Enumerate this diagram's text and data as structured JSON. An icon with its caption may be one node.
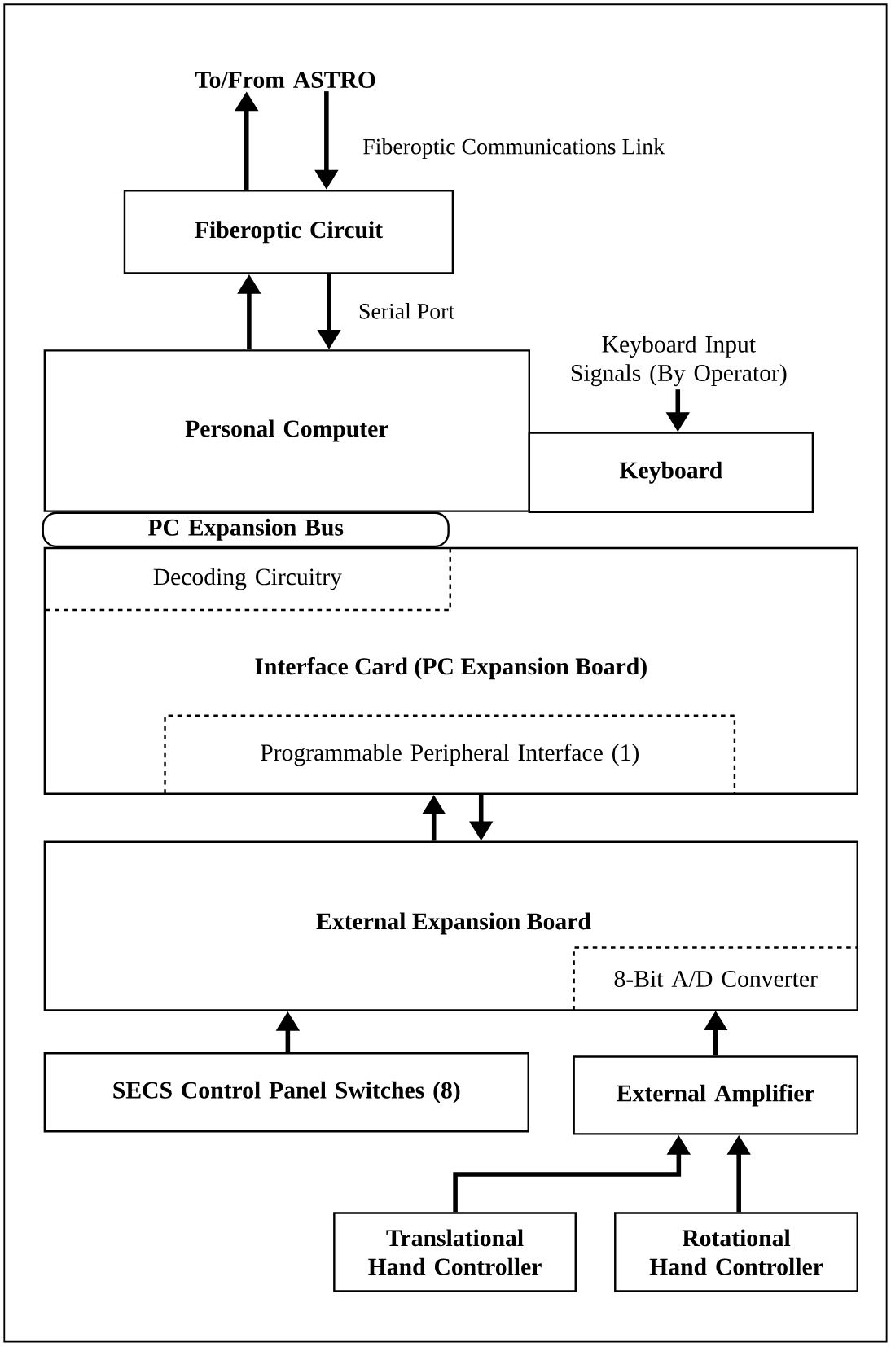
{
  "diagram": {
    "nodes": [
      {
        "text": [
          "To/From ASTRO"
        ]
      },
      {
        "text": [
          "Fiberoptic Circuit"
        ]
      },
      {
        "text": [
          "Personal Computer"
        ]
      },
      {
        "text": [
          "Keyboard Input Signals (By Operator)"
        ]
      },
      {
        "text": [
          "Keyboard"
        ]
      },
      {
        "text": [
          "PC Expansion Bus"
        ]
      },
      {
        "text": [
          "Interface Card (PC Expansion Board)"
        ]
      },
      {
        "text": [
          "Decoding Circuitry"
        ],
        "in": 6
      },
      {
        "text": [
          "Programmable Peripheral Interface (1)"
        ],
        "in": 6
      },
      {
        "text": [
          "External Expansion Board"
        ]
      },
      {
        "text": [
          "8-Bit A/D Converter"
        ],
        "in": 9
      },
      {
        "text": [
          "SECS Control Panel Switches (8)"
        ]
      },
      {
        "text": [
          "External Amplifier"
        ]
      },
      {
        "text": [
          "Translational Hand Controller"
        ]
      },
      {
        "text": [
          "Rotational Hand Controller"
        ]
      }
    ],
    "edges": [
      {
        "from": 1,
        "to": 0,
        "arrow": "to"
      },
      {
        "from": 0,
        "to": 1,
        "arrow": "to",
        "label": "Fiberoptic Communications Link"
      },
      {
        "from": 2,
        "to": 1,
        "arrow": "to"
      },
      {
        "from": 1,
        "to": 2,
        "arrow": "to",
        "label": "Serial Port"
      },
      {
        "from": 3,
        "to": 4,
        "arrow": "to"
      },
      {
        "from": 6,
        "to": 9,
        "arrow": "to"
      },
      {
        "from": 9,
        "to": 6,
        "arrow": "to"
      },
      {
        "from": 11,
        "to": 9,
        "arrow": "to"
      },
      {
        "from": 12,
        "to": 10,
        "arrow": "to"
      },
      {
        "from": 13,
        "to": 12,
        "arrow": "to"
      },
      {
        "from": 14,
        "to": 12,
        "arrow": "to"
      }
    ]
  }
}
